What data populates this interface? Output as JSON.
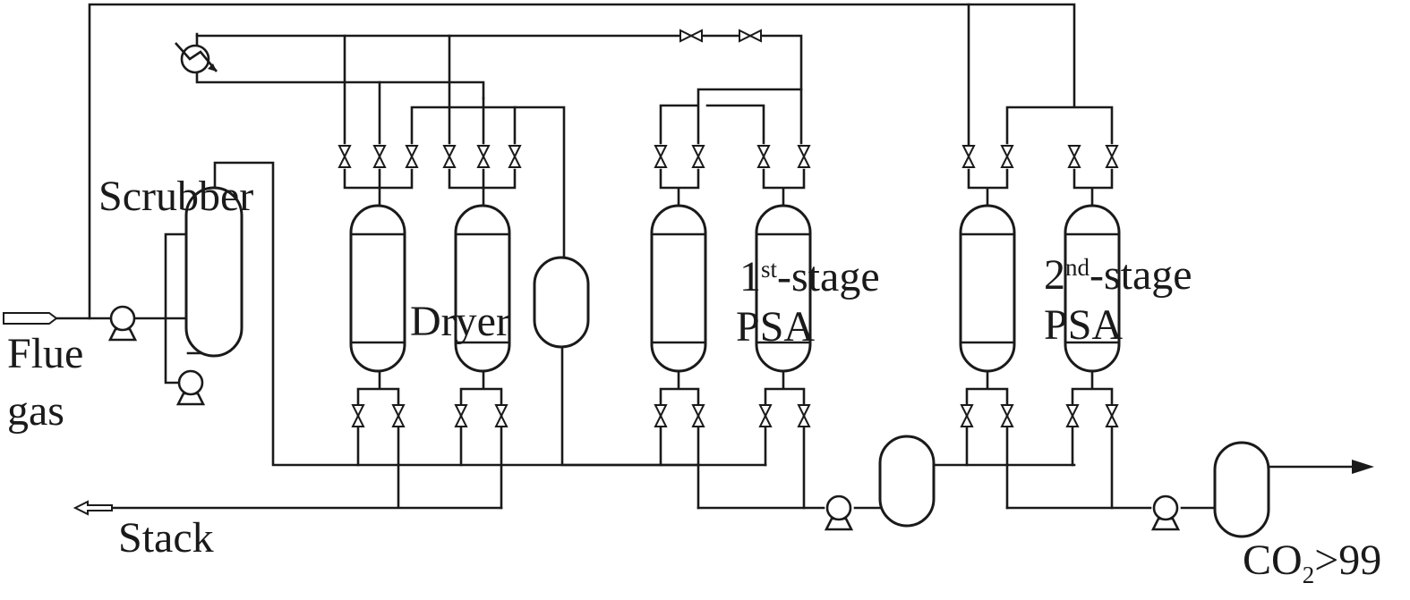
{
  "labels": {
    "flue_1": "Flue",
    "flue_2": "gas",
    "stack": "Stack",
    "scrubber": "Scrubber",
    "dryer": "Dryer",
    "stage1_sup": "st",
    "stage1_prefix": "1",
    "stage1_suffix": "-stage",
    "stage1_psa": "PSA",
    "stage2_sup": "nd",
    "stage2_prefix": "2",
    "stage2_suffix": "-stage",
    "stage2_psa": "PSA",
    "co2_prefix": "CO",
    "co2_sub": "2",
    "co2_suffix": ">99"
  },
  "colors": {
    "line": "#1a1a1a",
    "background": "#ffffff"
  }
}
